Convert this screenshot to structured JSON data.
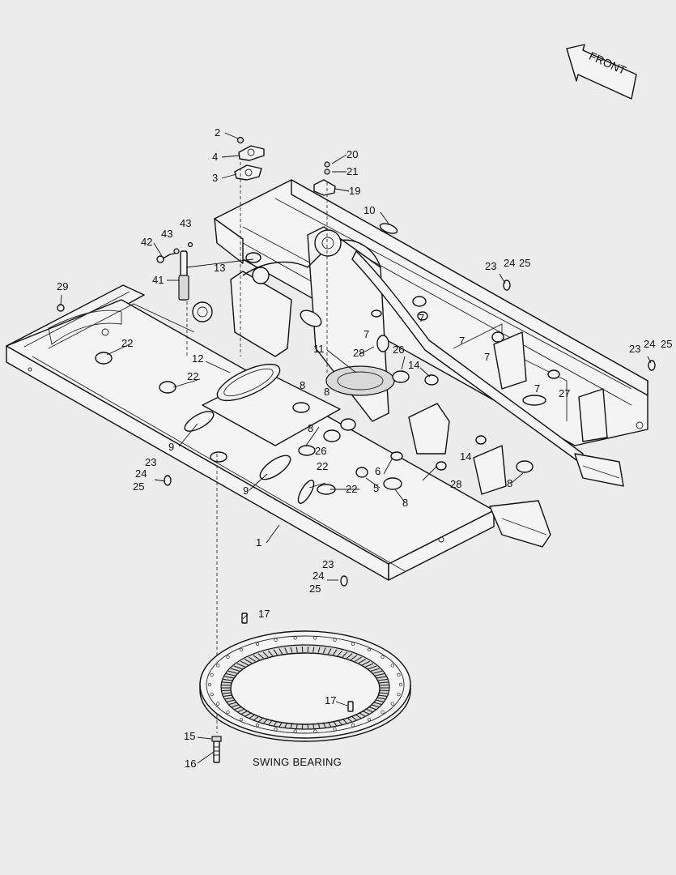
{
  "front_label": "FRONT",
  "swing_bearing_label": "SWING BEARING",
  "callouts": [
    {
      "id": "c2",
      "text": "2"
    },
    {
      "id": "c4",
      "text": "4"
    },
    {
      "id": "c3",
      "text": "3"
    },
    {
      "id": "c20",
      "text": "20"
    },
    {
      "id": "c21",
      "text": "21"
    },
    {
      "id": "c19",
      "text": "19"
    },
    {
      "id": "c10",
      "text": "10"
    },
    {
      "id": "c42",
      "text": "42"
    },
    {
      "id": "c43a",
      "text": "43"
    },
    {
      "id": "c43b",
      "text": "43"
    },
    {
      "id": "c13",
      "text": "13"
    },
    {
      "id": "c41",
      "text": "41"
    },
    {
      "id": "c29",
      "text": "29"
    },
    {
      "id": "c23a",
      "text": "23"
    },
    {
      "id": "c24a",
      "text": "24"
    },
    {
      "id": "c25a",
      "text": "25"
    },
    {
      "id": "c7a",
      "text": "7"
    },
    {
      "id": "c7b",
      "text": "7"
    },
    {
      "id": "c7c",
      "text": "7"
    },
    {
      "id": "c7d",
      "text": "7"
    },
    {
      "id": "c7e",
      "text": "7"
    },
    {
      "id": "c23b",
      "text": "23"
    },
    {
      "id": "c24b",
      "text": "24"
    },
    {
      "id": "c25b",
      "text": "25"
    },
    {
      "id": "c22a",
      "text": "22"
    },
    {
      "id": "c11",
      "text": "11"
    },
    {
      "id": "c28a",
      "text": "28"
    },
    {
      "id": "c26a",
      "text": "26"
    },
    {
      "id": "c14a",
      "text": "14"
    },
    {
      "id": "c12",
      "text": "12"
    },
    {
      "id": "c22b",
      "text": "22"
    },
    {
      "id": "c8a",
      "text": "8"
    },
    {
      "id": "c8b",
      "text": "8"
    },
    {
      "id": "c27",
      "text": "27"
    },
    {
      "id": "c9a",
      "text": "9"
    },
    {
      "id": "c8c",
      "text": "8"
    },
    {
      "id": "c26b",
      "text": "26"
    },
    {
      "id": "c14b",
      "text": "14"
    },
    {
      "id": "c22c",
      "text": "22"
    },
    {
      "id": "c6",
      "text": "6"
    },
    {
      "id": "c9b",
      "text": "9"
    },
    {
      "id": "c22d",
      "text": "22"
    },
    {
      "id": "c5",
      "text": "5"
    },
    {
      "id": "c28b",
      "text": "28"
    },
    {
      "id": "c8d",
      "text": "8"
    },
    {
      "id": "c8e",
      "text": "8"
    },
    {
      "id": "c23c",
      "text": "23"
    },
    {
      "id": "c24c",
      "text": "24"
    },
    {
      "id": "c25c",
      "text": "25"
    },
    {
      "id": "c1",
      "text": "1"
    },
    {
      "id": "c23d",
      "text": "23"
    },
    {
      "id": "c24d",
      "text": "24"
    },
    {
      "id": "c25d",
      "text": "25"
    },
    {
      "id": "c17a",
      "text": "17"
    },
    {
      "id": "c17b",
      "text": "17"
    },
    {
      "id": "c15",
      "text": "15"
    },
    {
      "id": "c16",
      "text": "16"
    }
  ]
}
